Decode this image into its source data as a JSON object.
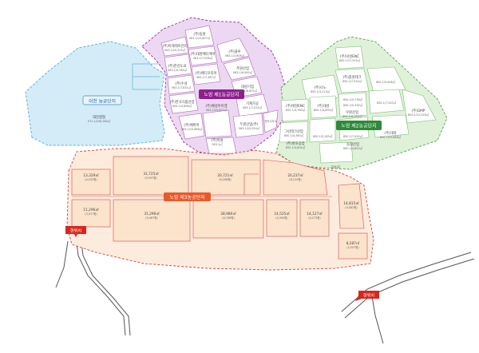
{
  "colors": {
    "zone1_fill": "#ecd8f2",
    "zone1_border": "#9c2e9c",
    "zone2_fill": "#dff1d9",
    "zone2_border": "#4ea545",
    "zone3_fill": "#fcecde",
    "zone3_border": "#e03b3b",
    "blue_fill": "#d4ecf8",
    "blue_border": "#5db3d9",
    "label1_bg": "#8d1f8e",
    "label2_bg": "#2c8a3a",
    "label3_bg": "#e8592b",
    "label_blue_bg": "#e6f4fb",
    "marker": "#d9261c"
  },
  "labels": {
    "blue_zone": "이천 농공단지",
    "zone1": "노암 제1농공단지",
    "zone2": "노암 제2농공단지",
    "zone3": "노암 제3농공단지"
  },
  "blue_lot": {
    "name": "대진정밀",
    "sub": "071-1/106,380㎡"
  },
  "zone1_lots": [
    {
      "name": "(주)동원",
      "sub": "063-1/10,807㎡"
    },
    {
      "name": "(주)아레테이전트",
      "sub": "063-1/10,505㎡"
    },
    {
      "name": "(주)대명메디케어",
      "sub": "063-1/7,506㎡"
    },
    {
      "name": "(주)한진도료",
      "sub": "063-1/4,765㎡"
    },
    {
      "name": "(주)메디코리아",
      "sub": "063-1/7,387㎡"
    },
    {
      "name": "(주)블루",
      "sub": "063-1/2,808㎡"
    },
    {
      "name": "(주)수성",
      "sub": "063-1/7,831㎡"
    },
    {
      "name": "(주)한국식품산업",
      "sub": "063-1/4,806㎡"
    },
    {
      "name": "주원산업",
      "sub": "063-1/6,465㎡"
    },
    {
      "name": "대원기업",
      "sub": "063-1/6,601㎡"
    },
    {
      "name": "(주)예성아이엠",
      "sub": "063-1/25,607㎡"
    },
    {
      "name": "기계가공",
      "sub": "063-1/7,024㎡"
    },
    {
      "name": "(주)에버이",
      "sub": "063-1/15,666㎡"
    },
    {
      "name": "관리사무소",
      "sub": ""
    },
    {
      "name": "두원산업(주)",
      "sub": "063-1/10,550㎡"
    },
    {
      "name": "(주)아원",
      "sub": "063-1㎡"
    }
  ],
  "zone2_lots": [
    {
      "name": "(주)덕성ENC",
      "sub": "850-1/17,915㎡"
    },
    {
      "name": "(주)종원테크",
      "sub": "850-1/7,520㎡"
    },
    {
      "name": "(주)나노",
      "sub": "850-1/3,213㎡"
    },
    {
      "name": "(주)태현ENC",
      "sub": "850-1/4,760㎡"
    },
    {
      "name": "(주)대성",
      "sub": "850-1/4,890㎡"
    },
    {
      "name": "",
      "sub": "850-1/5,406㎡"
    },
    {
      "name": "",
      "sub": "850-1/5,335㎡"
    },
    {
      "name": "",
      "sub": "850-1/7,320㎡"
    },
    {
      "name": "우원산업",
      "sub": "850-1/6,190㎡"
    },
    {
      "name": "(주)GMP",
      "sub": "850-1/12,028㎡"
    },
    {
      "name": "",
      "sub": "850-1/5,738㎡"
    },
    {
      "name": "그린테크산업",
      "sub": "850-1/4,360㎡"
    },
    {
      "name": "(주)명호공업",
      "sub": "850-1/4,804㎡"
    },
    {
      "name": "",
      "sub": "850-1/5,185㎡"
    },
    {
      "name": "(주)대북",
      "sub": "850-1/12,888㎡"
    },
    {
      "name": "동원산업",
      "sub": "850-1/4,800㎡"
    },
    {
      "name": "",
      "sub": "850-1/7,550㎡"
    },
    {
      "name": "공수지",
      "sub": ""
    }
  ],
  "zone3_lots": [
    {
      "area": "13,329㎡",
      "sub": "(4,032평)"
    },
    {
      "area": "31,725㎡",
      "sub": "(9,597평)"
    },
    {
      "area": "20,721㎡",
      "sub": "(6,268평)"
    },
    {
      "area": "20,237㎡",
      "sub": "(6,122평)"
    },
    {
      "area": "11,296㎡",
      "sub": "(3,417평)"
    },
    {
      "area": "31,296㎡",
      "sub": "(9,467평)"
    },
    {
      "area": "28,980㎡",
      "sub": "(8,766평)"
    },
    {
      "area": "14,525㎡",
      "sub": "(4,394평)"
    },
    {
      "area": "14,127㎡",
      "sub": "(4,273평)"
    },
    {
      "area": "14,815㎡",
      "sub": "(4,482평)"
    },
    {
      "area": "8,287㎡",
      "sub": "(2,507평)"
    }
  ],
  "markers": [
    {
      "label": "현위치"
    },
    {
      "label": "현위치"
    }
  ]
}
